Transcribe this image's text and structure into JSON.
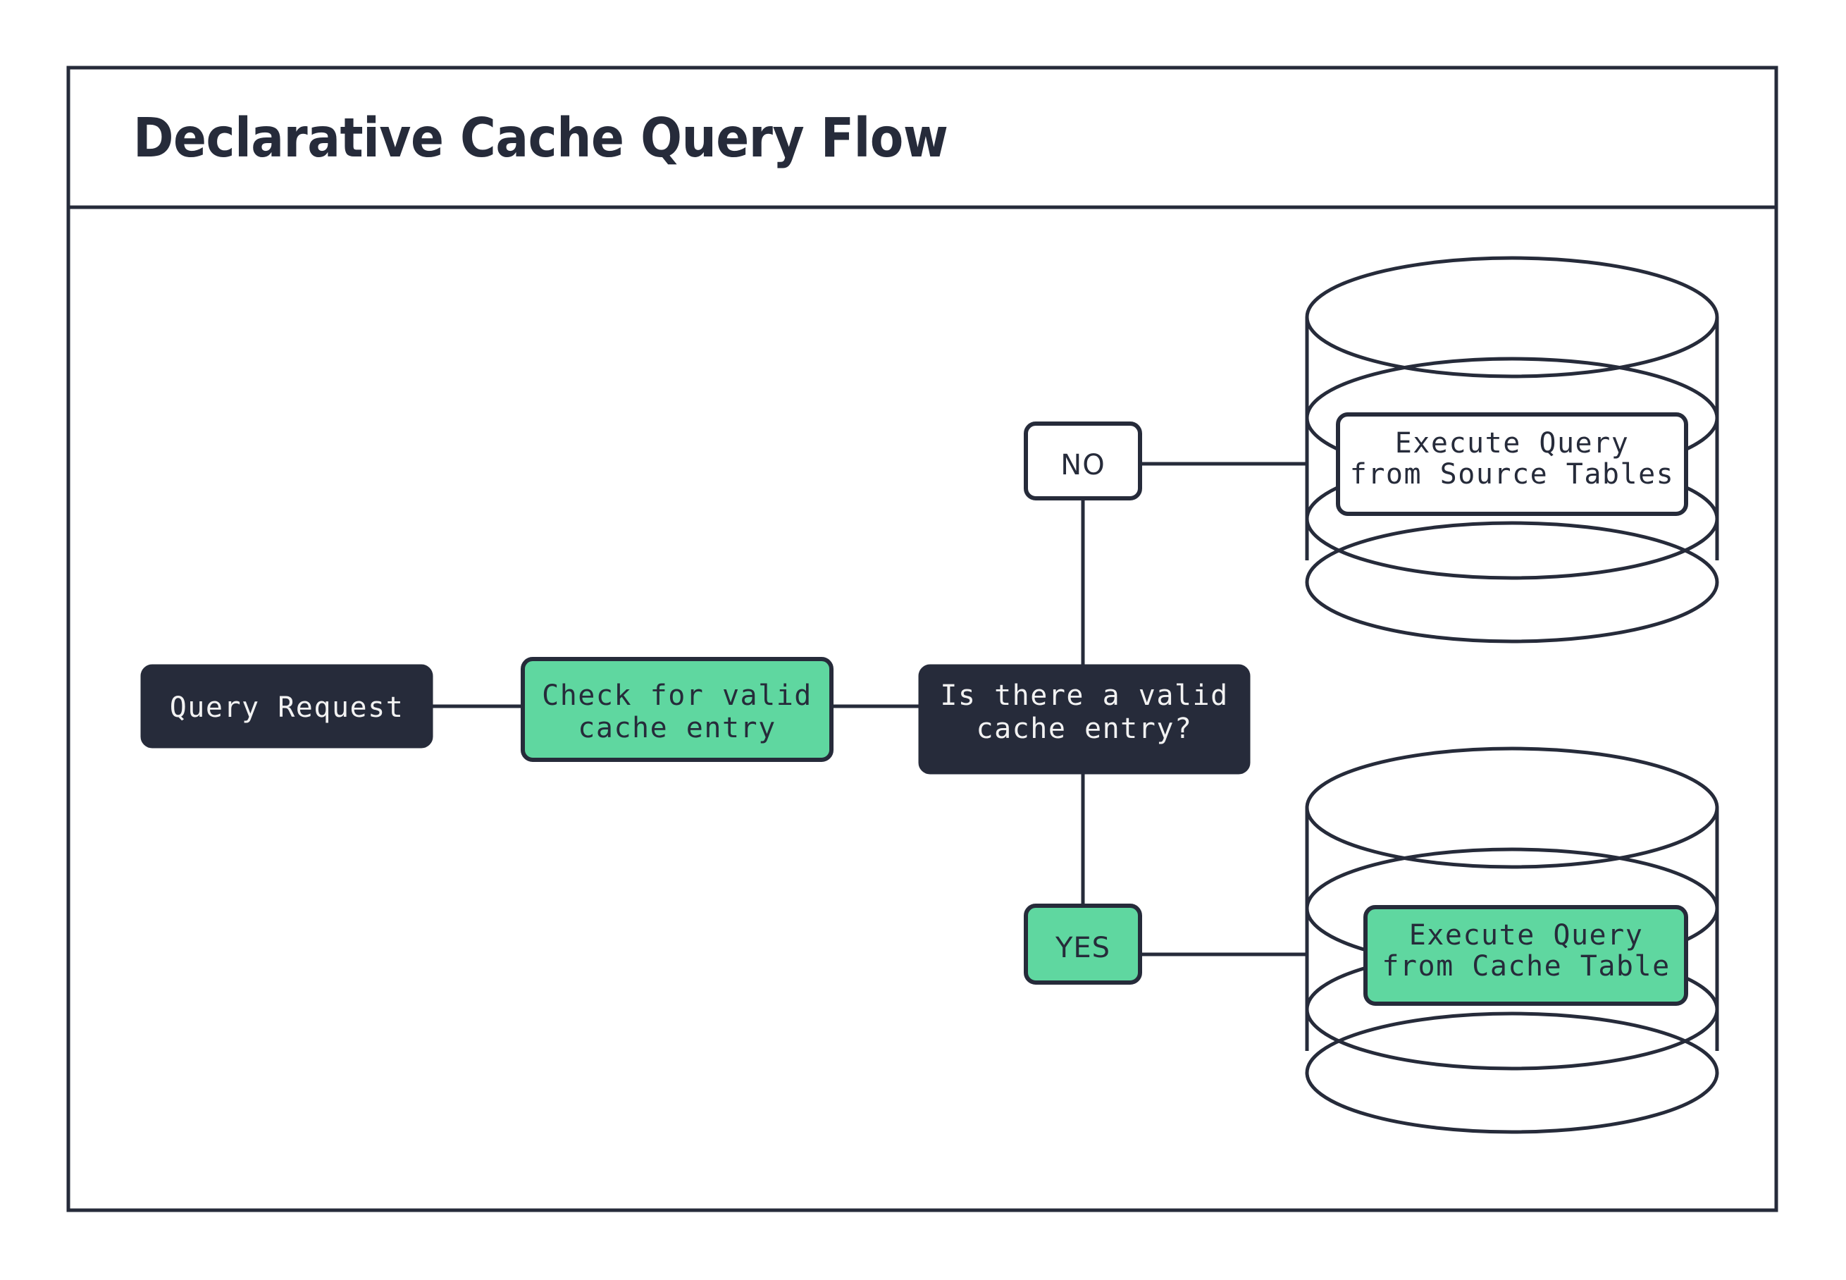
{
  "page": {
    "title": "Declarative Cache Query Flow",
    "background": "#ffffff"
  },
  "colors": {
    "dark": "#262b3a",
    "green": "#5fd7a0",
    "white": "#ffffff",
    "text_light": "#f2f2f2"
  },
  "nodes": {
    "query_request": {
      "label": "Query Request",
      "style": "dark-filled"
    },
    "check_cache": {
      "label_line1": "Check for valid",
      "label_line2": "cache entry",
      "style": "green-filled"
    },
    "decision": {
      "label_line1": "Is there a valid",
      "label_line2": "cache entry?",
      "style": "dark-filled"
    },
    "branch_no": {
      "label": "NO",
      "style": "white-filled"
    },
    "branch_yes": {
      "label": "YES",
      "style": "green-filled"
    },
    "source_tables": {
      "label_line1": "Execute Query",
      "label_line2": "from Source Tables",
      "style": "white-filled",
      "container": "database-cylinder"
    },
    "cache_table": {
      "label_line1": "Execute Query",
      "label_line2": "from Cache Table",
      "style": "green-filled",
      "container": "database-cylinder"
    }
  }
}
